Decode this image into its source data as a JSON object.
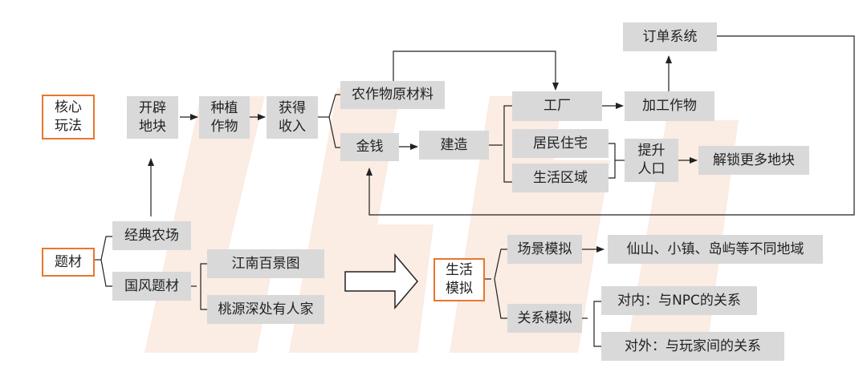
{
  "colors": {
    "box_fill": "#d9d9d9",
    "accent": "#e8762d",
    "line": "#222222"
  },
  "core_gameplay": {
    "label": "核心\n玩法",
    "clear_land": "开辟\n地块",
    "plant_crops": "种植\n作物",
    "gain_income": "获得\n收入",
    "crop_materials": "农作物原材料",
    "money": "金钱",
    "build": "建造",
    "factory": "工厂",
    "residential": "居民住宅",
    "living_area": "生活区域",
    "processed_crops": "加工作物",
    "order_system": "订单系统",
    "raise_population": "提升\n人口",
    "unlock_land": "解锁更多地块"
  },
  "theme": {
    "label": "题材",
    "classic_farm": "经典农场",
    "national_style": "国风题材",
    "jiangnan": "江南百景图",
    "peach_spring": "桃源深处有人家"
  },
  "life_sim": {
    "label": "生活\n模拟",
    "scene_sim": "场景模拟",
    "scene_examples": "仙山、小镇、岛屿等不同地域",
    "relation_sim": "关系模拟",
    "internal": "对内：与NPC的关系",
    "external": "对外：与玩家间的关系"
  }
}
